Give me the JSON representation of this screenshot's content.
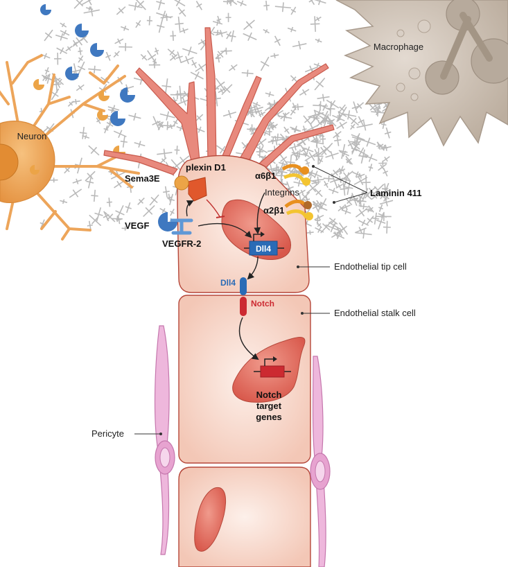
{
  "labels": {
    "macrophage": "Macrophage",
    "neuron": "Neuron",
    "plexin_d1": "plexin D1",
    "sema3e": "Sema3E",
    "vegf": "VEGF",
    "vegfr2": "VEGFR-2",
    "a6b1": "α6β1",
    "a2b1": "α2β1",
    "integrins": "Integrins",
    "laminin": "Laminin 411",
    "dll4_nucleus": "Dll4",
    "dll4_membrane": "Dll4",
    "notch": "Notch",
    "tip_cell": "Endothelial tip cell",
    "stalk_cell": "Endothelial stalk cell",
    "pericyte": "Pericyte",
    "notch_targets": [
      "Notch",
      "target",
      "genes"
    ]
  },
  "colors": {
    "endothelial_fill": "#f6d2c4",
    "endothelial_stroke": "#b5473a",
    "filopodia": "#e8897d",
    "nucleus": "#e27a6d",
    "neuron": "#eda55a",
    "macrophage": "#c9bcaf",
    "vegf": "#3f78c0",
    "sema3e": "#eca447",
    "plexin": "#e0582c",
    "dll4": "#2a6bb6",
    "notch": "#cc2a31",
    "pericyte": "#e7a3d0",
    "integrin_orange": "#e8901f",
    "integrin_yellow": "#f3c431",
    "matrix": "#b4b4b4"
  }
}
